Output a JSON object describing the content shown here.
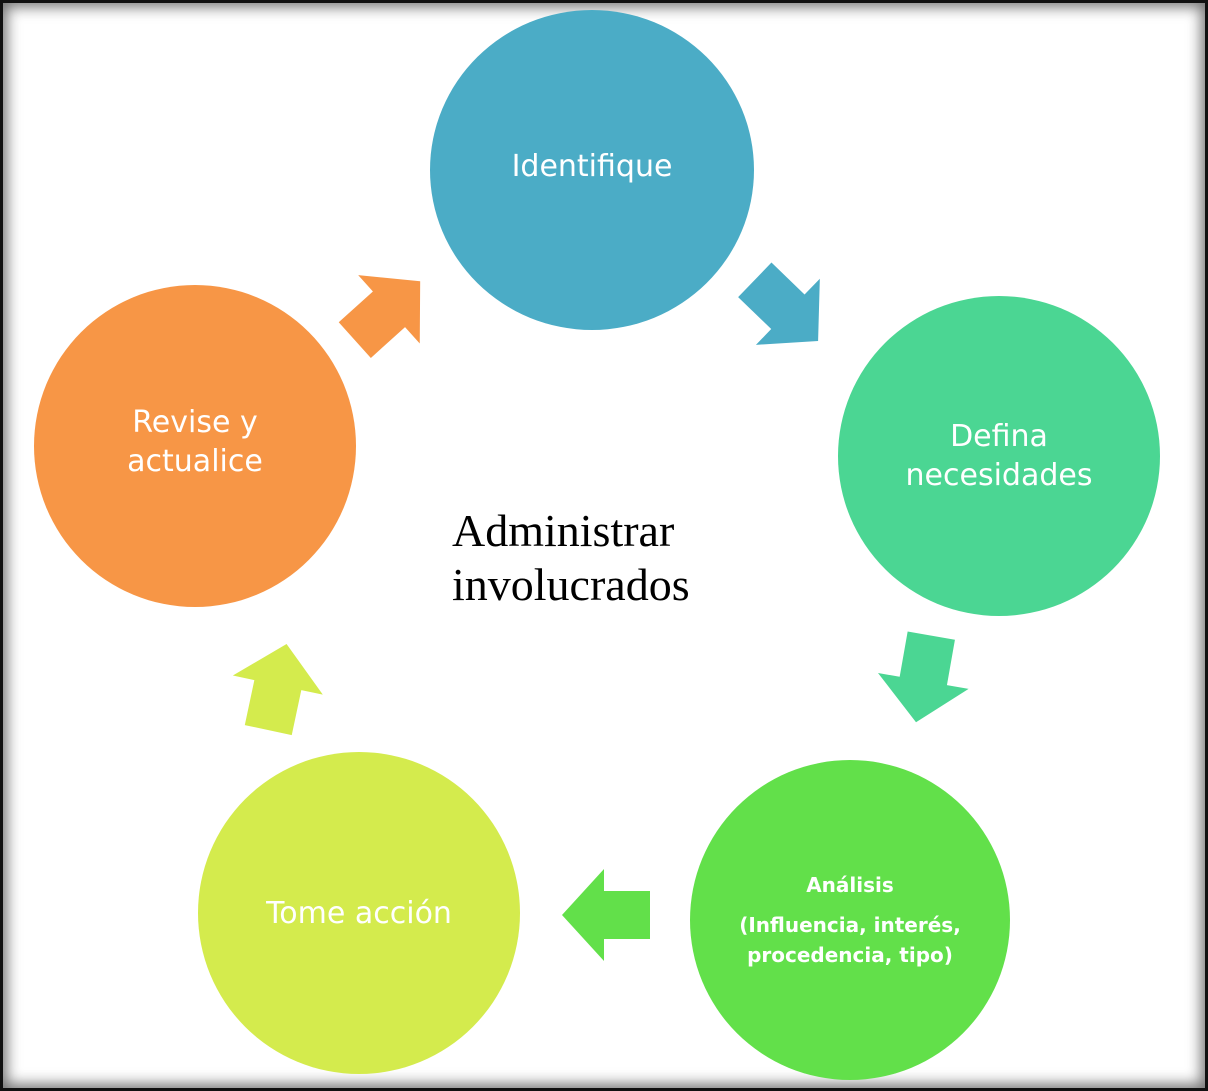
{
  "center_title": "Administrar\ninvolucrados",
  "colors": {
    "identifique": "#4bacc6",
    "defina": "#4bd693",
    "analisis": "#62e04a",
    "tome": "#d4eb4d",
    "revise": "#f79646",
    "arrow_1": "#4bacc6",
    "arrow_2": "#4bd693",
    "arrow_3": "#62e04a",
    "arrow_4": "#d4eb4d",
    "arrow_5": "#f79646",
    "border": "#111111"
  },
  "steps": [
    {
      "id": "identifique",
      "label": "Identifique"
    },
    {
      "id": "defina",
      "label": "Defina\nnecesidades"
    },
    {
      "id": "analisis",
      "title": "Análisis",
      "label": "(Influencia, interés,\nprocedencia, tipo)"
    },
    {
      "id": "tome",
      "label": "Tome acción"
    },
    {
      "id": "revise",
      "label": "Revise  y\nactualice"
    }
  ],
  "flow": [
    "identifique",
    "defina",
    "analisis",
    "tome",
    "revise",
    "identifique"
  ]
}
